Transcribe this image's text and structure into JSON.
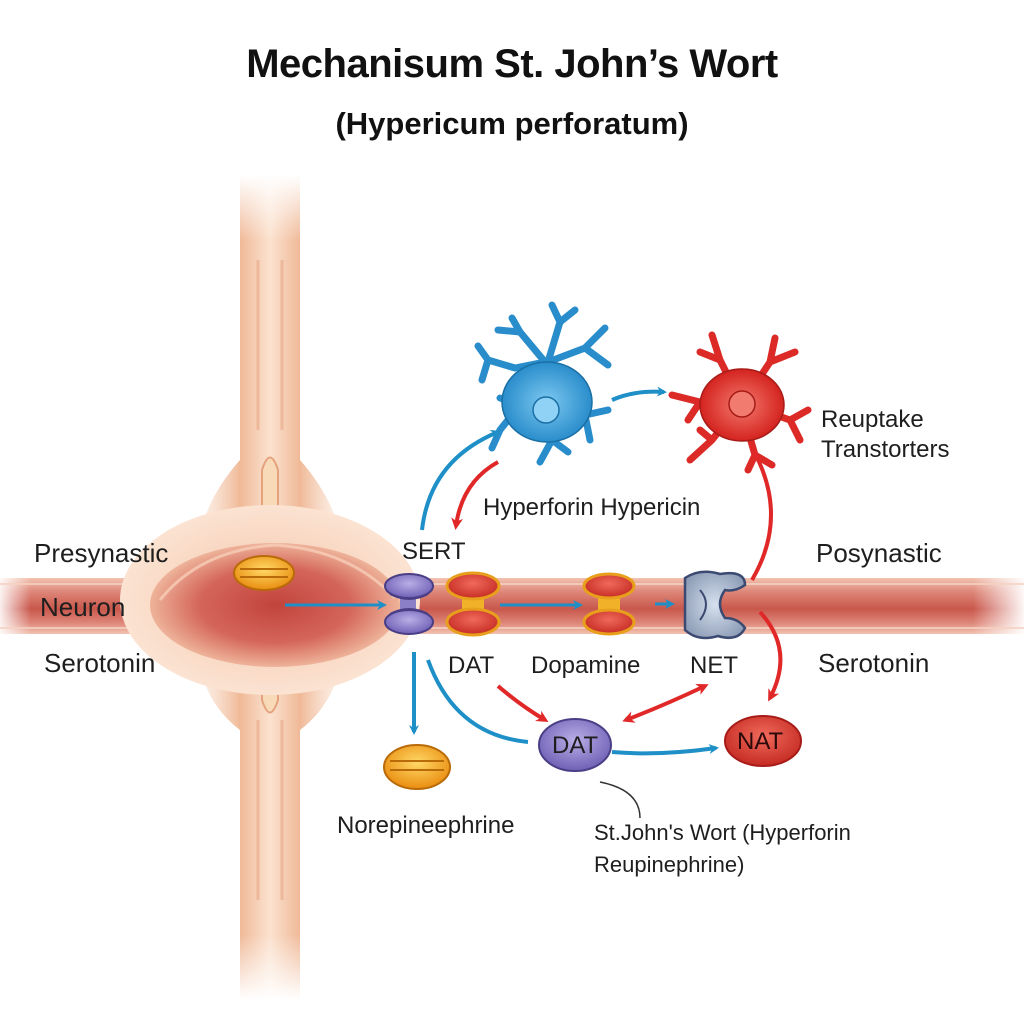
{
  "title": "Mechanisum St. John’s Wort",
  "subtitle": "(Hypericum perforatum)",
  "labels": {
    "presynaptic": "Presynastic",
    "neuron": "Neuron",
    "serotonin_left": "Serotonin",
    "sert": "SERT",
    "dat_top": "DAT",
    "dopamine": "Dopamine",
    "net": "NET",
    "hyperforin_hypericin": "Hyperforin Hypericin",
    "reuptake_line1": "Reuptake",
    "reuptake_line2": "Transtorters",
    "postsynaptic": "Posynastic",
    "serotonin_right": "Serotonin",
    "dat_node": "DAT",
    "nat_node": "NAT",
    "norepinephrine": "Norepineephrine",
    "sjw_line1": "St.John's Wort (Hyperforin",
    "sjw_line2": "Reupinephrine)"
  },
  "colors": {
    "neuron_fill": "#f3c7a6",
    "axon_fill": "#d9776b",
    "soma_fill": "#c9473f",
    "blue_arrow": "#1e8fc7",
    "red_arrow": "#e02828",
    "blue_cell": "#3aa5de",
    "red_cell": "#e0332e",
    "transporter_purple": "#8d7ec9",
    "transporter_red": "#d9443b",
    "vesicle_gold": "#f0a21c"
  }
}
